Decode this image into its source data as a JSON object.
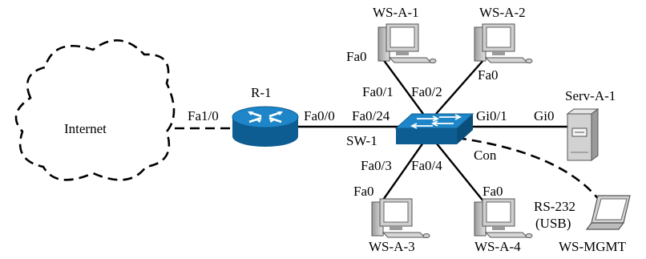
{
  "cloud": {
    "label": "Internet"
  },
  "router": {
    "name": "R-1",
    "if_internet": "Fa1/0",
    "if_switch": "Fa0/0"
  },
  "switch": {
    "name": "SW-1",
    "if_router": "Fa0/24",
    "if_ws1": "Fa0/1",
    "if_ws2": "Fa0/2",
    "if_ws3": "Fa0/3",
    "if_ws4": "Fa0/4",
    "if_server": "Gi0/1",
    "if_console": "Con"
  },
  "workstations": [
    {
      "name": "WS-A-1",
      "nic": "Fa0"
    },
    {
      "name": "WS-A-2",
      "nic": "Fa0"
    },
    {
      "name": "WS-A-3",
      "nic": "Fa0"
    },
    {
      "name": "WS-A-4",
      "nic": "Fa0"
    }
  ],
  "server": {
    "name": "Serv-A-1",
    "nic": "Gi0"
  },
  "laptop": {
    "name": "WS-MGMT",
    "cable_line1": "RS-232",
    "cable_line2": "(USB)"
  },
  "colors": {
    "device_blue": "#1e86c8",
    "device_dark": "#0d5d92",
    "pc_gray": "#c9c9c9"
  }
}
